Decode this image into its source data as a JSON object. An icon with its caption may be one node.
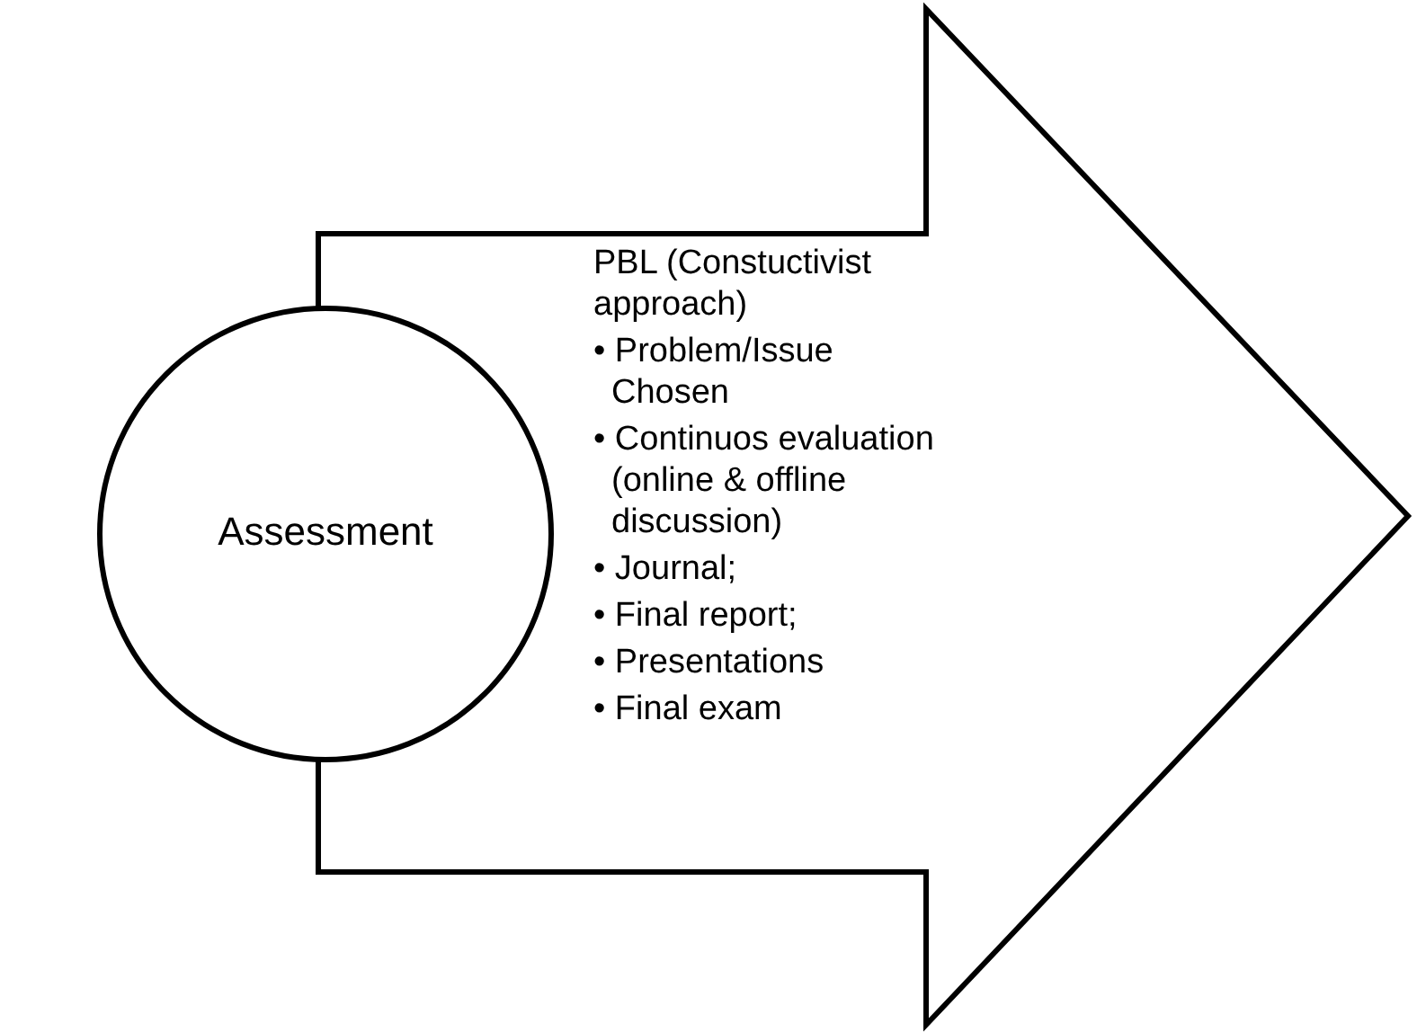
{
  "diagram": {
    "nodes": [
      {
        "text": [
          "PBL (Constuctivist approach)",
          "• Problem/Issue Chosen",
          "• Continuos evaluation (online & offline discussion)",
          "• Journal;",
          "• Final report;",
          "• Presentations",
          "• Final exam"
        ]
      },
      {
        "text": [
          "Assessment"
        ]
      }
    ]
  }
}
